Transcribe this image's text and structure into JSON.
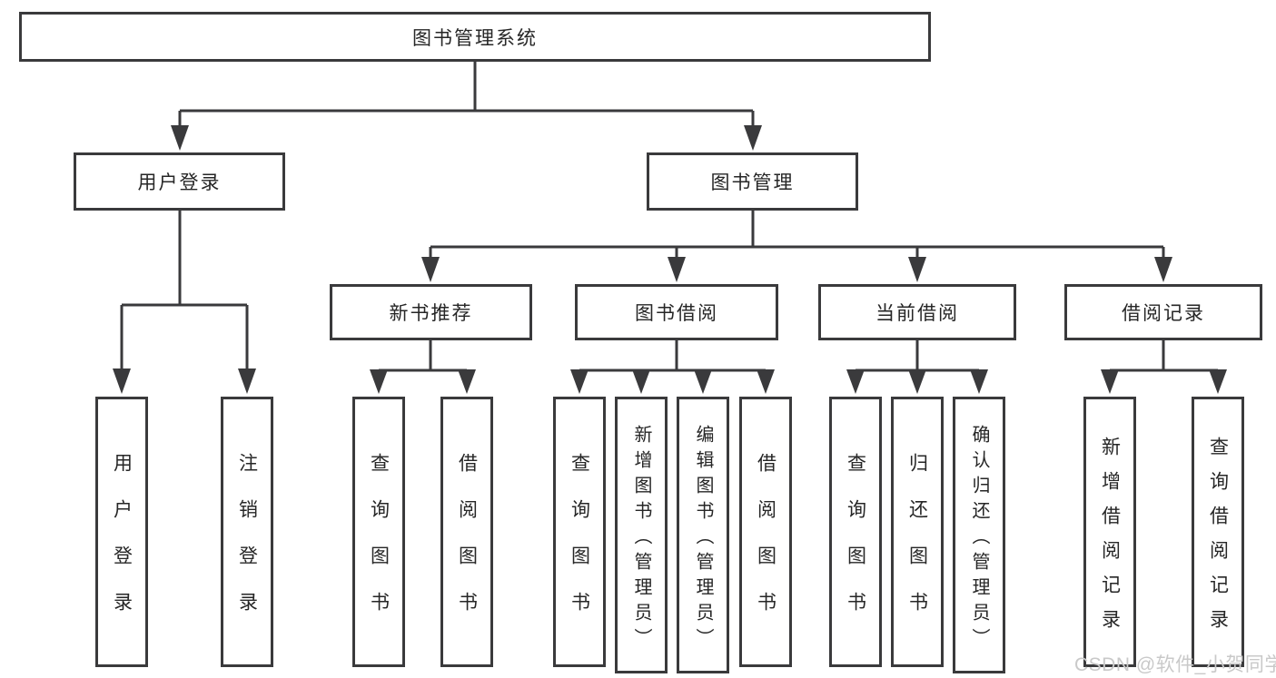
{
  "colors": {
    "line": "#3a3a3c",
    "box_border": "#3a3a3c",
    "text": "#262626",
    "watermark": "#c9c9c9"
  },
  "watermark": "CSDN @软件_小贺同学",
  "tree": {
    "label": "图书管理系统",
    "children": [
      {
        "label": "用户登录",
        "children": [
          {
            "label": "用户登录"
          },
          {
            "label": "注销登录"
          }
        ]
      },
      {
        "label": "图书管理",
        "children": [
          {
            "label": "新书推荐",
            "children": [
              {
                "label": "查询图书"
              },
              {
                "label": "借阅图书"
              }
            ]
          },
          {
            "label": "图书借阅",
            "children": [
              {
                "label": "查询图书"
              },
              {
                "label": "新增图书（管理员）"
              },
              {
                "label": "编辑图书（管理员）"
              },
              {
                "label": "借阅图书"
              }
            ]
          },
          {
            "label": "当前借阅",
            "children": [
              {
                "label": "查询图书"
              },
              {
                "label": "归还图书"
              },
              {
                "label": "确认归还（管理员）"
              }
            ]
          },
          {
            "label": "借阅记录",
            "children": [
              {
                "label": "新增借阅记录"
              },
              {
                "label": "查询借阅记录"
              }
            ]
          }
        ]
      }
    ]
  }
}
